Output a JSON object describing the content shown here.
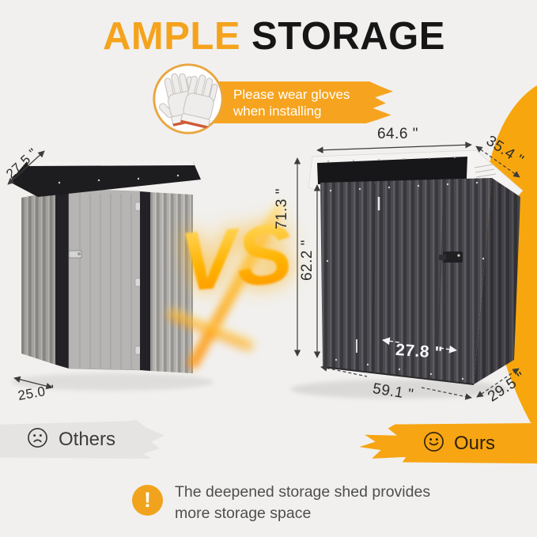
{
  "title": {
    "highlight": "AMPLE",
    "rest": "STORAGE"
  },
  "glove_banner": {
    "line1": "Please wear gloves",
    "line2": "when installing"
  },
  "vs_label": "VS",
  "dimensions": {
    "others": {
      "roof_depth": "27.5 \"",
      "base_width": "25.0 \""
    },
    "ours": {
      "roof_width": "64.6 \"",
      "roof_depth": "35.4 \"",
      "total_height": "71.3 \"",
      "wall_height": "62.2 \"",
      "door_width": "27.8 \"",
      "base_width": "59.1 \"",
      "base_depth": "29.5 \""
    }
  },
  "comparison": {
    "others_label": "Others",
    "ours_label": "Ours"
  },
  "note": {
    "line1": "The deepened storage shed provides",
    "line2": "more storage space",
    "icon_glyph": "!"
  },
  "colors": {
    "accent_orange": "#F7A512",
    "band_gray": "#E6E4E2",
    "ink": "#1A1A1A",
    "shed_dark": "#4B4A4E",
    "shed_light": "#B5B3B1"
  }
}
